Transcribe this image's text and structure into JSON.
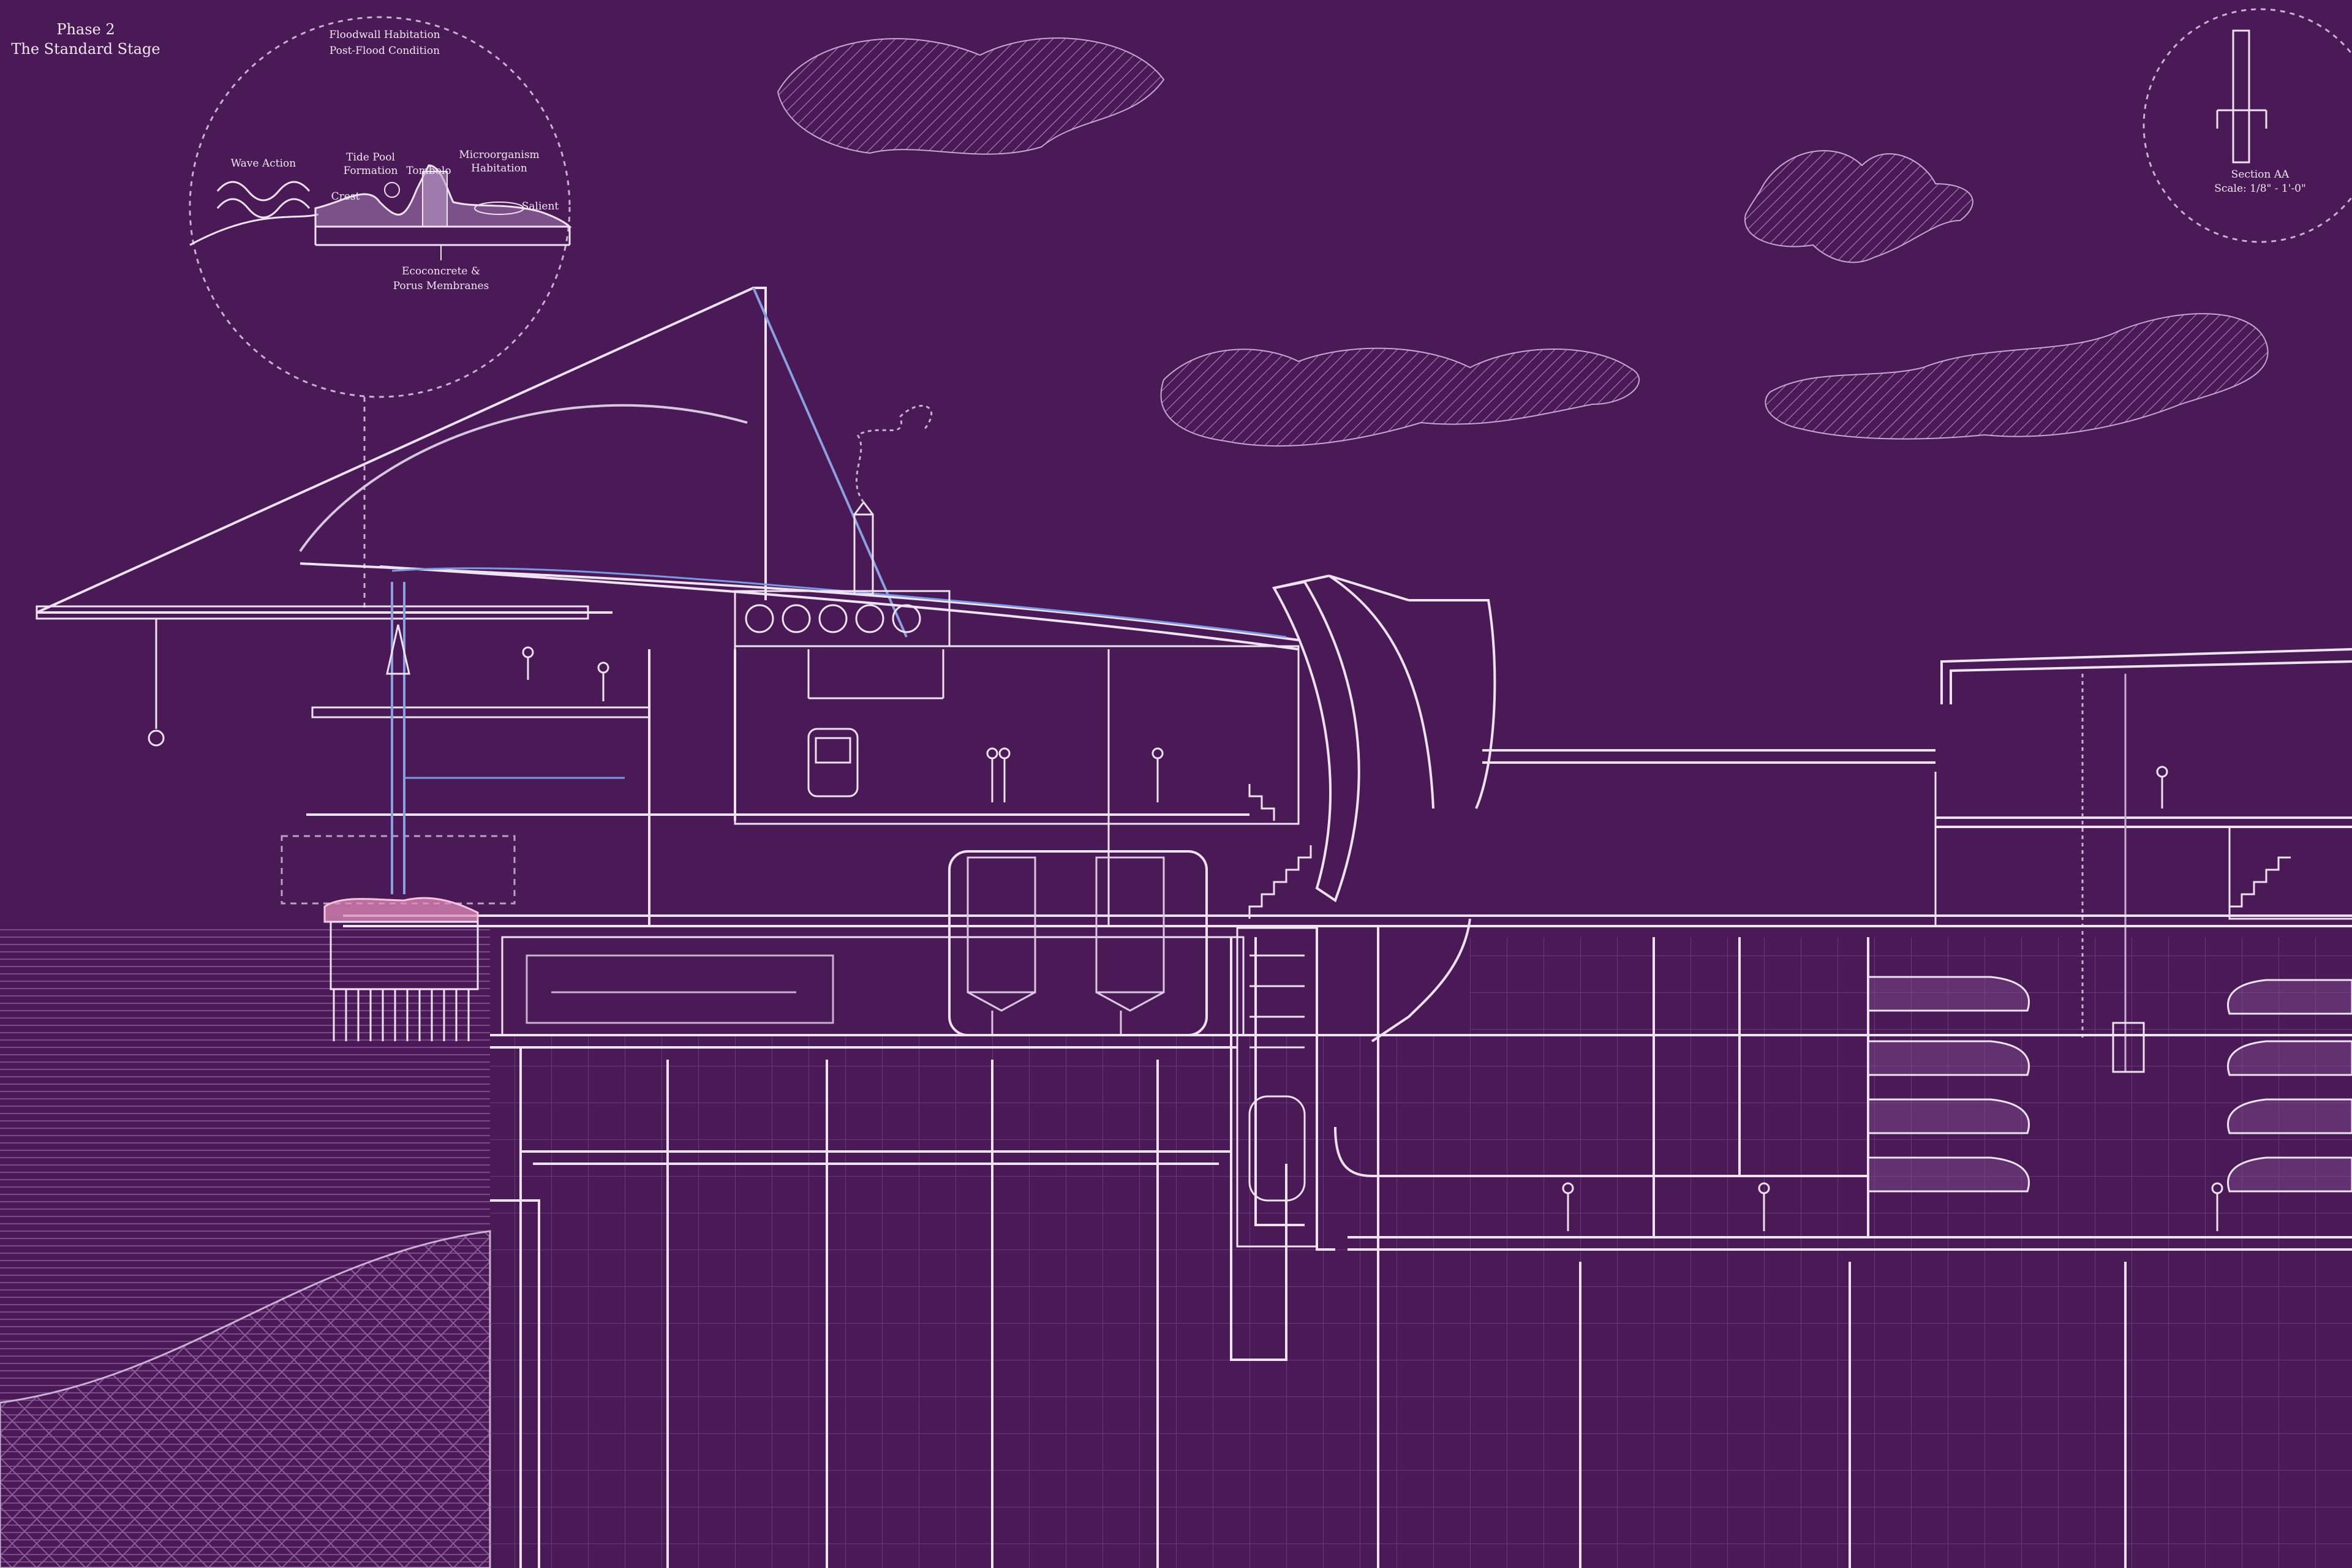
{
  "title": {
    "phase": "Phase 2",
    "stage": "The Standard Stage"
  },
  "callout": {
    "heading_1": "Floodwall Habitation",
    "heading_2": "Post-Flood Condition",
    "labels": {
      "wave_action": "Wave Action",
      "tide_pool_1": "Tide Pool",
      "tide_pool_2": "Formation",
      "tombolo": "Tombolo",
      "micro_1": "Microorganism",
      "micro_2": "Habitation",
      "crest": "Crest",
      "salient": "Salient",
      "eco_1": "Ecoconcrete &",
      "eco_2": "Porus Membranes"
    }
  },
  "section_marker": {
    "label": "Section AA",
    "scale": "Scale: 1/8\" - 1'-0\""
  },
  "colors": {
    "background": "#4a1a56",
    "linework": "#efe3f3",
    "accent_pink": "#e08ab8",
    "accent_blue": "#6a8ad6"
  }
}
